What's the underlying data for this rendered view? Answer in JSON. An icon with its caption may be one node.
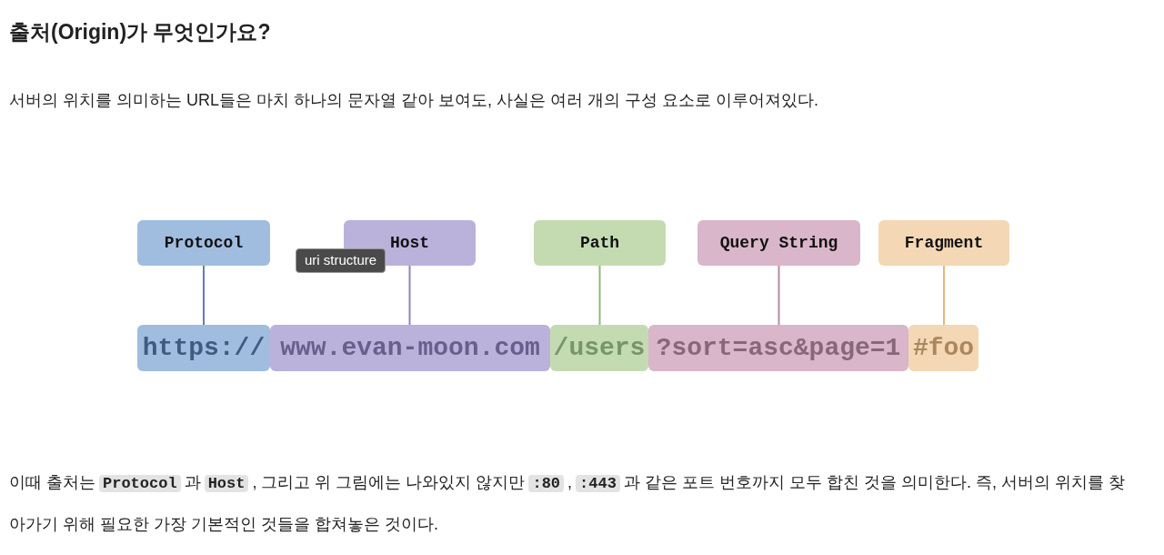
{
  "diagram": {
    "title": "출처(Origin)가 무엇인가요?",
    "nodes": [
      {
        "text": [
          "Protocol"
        ]
      },
      {
        "text": [
          "Host"
        ]
      },
      {
        "text": [
          "Path"
        ]
      },
      {
        "text": [
          "Query String"
        ]
      },
      {
        "text": [
          "Fragment"
        ]
      },
      {
        "text": [
          "https://"
        ]
      },
      {
        "text": [
          "www.evan-moon.com"
        ]
      },
      {
        "text": [
          "/users"
        ]
      },
      {
        "text": [
          "?sort=asc&page=1"
        ]
      },
      {
        "text": [
          "#foo"
        ]
      }
    ],
    "edges": [
      {
        "from": 0,
        "to": 5,
        "arrow": "none",
        "color": "#5f7fb8"
      },
      {
        "from": 1,
        "to": 6,
        "arrow": "none",
        "color": "#8f83bf"
      },
      {
        "from": 2,
        "to": 7,
        "arrow": "none",
        "color": "#8fb87a"
      },
      {
        "from": 3,
        "to": 8,
        "arrow": "none",
        "color": "#b38aa1"
      },
      {
        "from": 4,
        "to": 9,
        "arrow": "none",
        "color": "#e8b57c"
      }
    ],
    "labels": [
      "서버의 위치를 의미하는 URL들은 마치 하나의 문자열 같아 보여도, 사실은 여러 개의 구성 요소로 이루어져있다.",
      "uri structure",
      "이때 출처는",
      "Protocol",
      "과",
      "Host",
      ", 그리고 위 그림에는 나와있지 않지만",
      ":80",
      ",",
      ":443",
      "과 같은 포트 번호까지 모두 합친 것을 의미한다. 즉, 서버의 위치를 찾아가기 위해 필요한 가장 기본적인 것들을 합쳐놓은 것이다."
    ]
  }
}
